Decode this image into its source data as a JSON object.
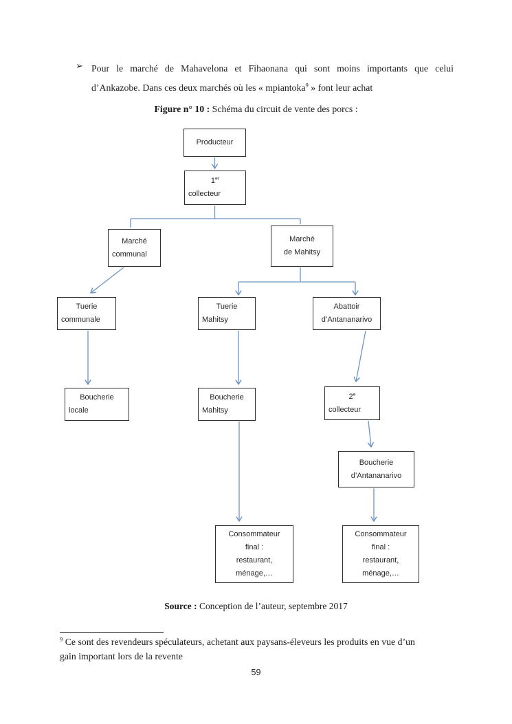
{
  "colors": {
    "connector": "#6e93c4",
    "box_border": "#2d2d2d",
    "text": "#1c1c1c"
  },
  "intro": {
    "bullet": "➢",
    "line1": "Pour le marché de Mahavelona et Fihaonana  qui sont moins importants que celui",
    "line2_before_ref": "d’Ankazobe. Dans ces deux marchés où les « mpiantoka",
    "footnote_ref": "9",
    "line2_after_ref": " » font leur achat"
  },
  "caption": {
    "label": "Figure n° 10 :",
    "title": " Schéma du circuit de vente des porcs :"
  },
  "diagram": {
    "nodes": [
      {
        "id": "producteur",
        "lines": [
          {
            "text": "Producteur"
          }
        ]
      },
      {
        "id": "collecteur-1",
        "lines": [
          {
            "text": "1",
            "sup": "er"
          },
          {
            "text": "collecteur",
            "align": "left"
          }
        ]
      },
      {
        "id": "marche-communal",
        "lines": [
          {
            "text": "Marché"
          },
          {
            "text": "communal",
            "align": "left"
          }
        ]
      },
      {
        "id": "marche-mahitsy",
        "lines": [
          {
            "text": "Marché"
          },
          {
            "text": "de Mahitsy"
          }
        ]
      },
      {
        "id": "tuerie-communale",
        "lines": [
          {
            "text": "Tuerie"
          },
          {
            "text": "communale",
            "align": "left"
          }
        ]
      },
      {
        "id": "tuerie-mahitsy",
        "lines": [
          {
            "text": "Tuerie"
          },
          {
            "text": "Mahitsy",
            "align": "left"
          }
        ]
      },
      {
        "id": "abattoir-antananarivo",
        "lines": [
          {
            "text": "Abattoir"
          },
          {
            "text": "d’Antananarivo"
          }
        ]
      },
      {
        "id": "boucherie-locale",
        "lines": [
          {
            "text": "Boucherie"
          },
          {
            "text": "locale",
            "align": "left"
          }
        ]
      },
      {
        "id": "boucherie-mahitsy",
        "lines": [
          {
            "text": "Boucherie"
          },
          {
            "text": "Mahitsy",
            "align": "left"
          }
        ]
      },
      {
        "id": "collecteur-2",
        "lines": [
          {
            "text": "2",
            "sup": "e"
          },
          {
            "text": "collecteur",
            "align": "left"
          }
        ]
      },
      {
        "id": "boucherie-antananarivo",
        "lines": [
          {
            "text": "Boucherie"
          },
          {
            "text": "d’Antananarivo"
          }
        ]
      },
      {
        "id": "consommateur-final-left",
        "lines": [
          {
            "text": "Consommateur"
          },
          {
            "text": "final :"
          },
          {
            "text": "restaurant,"
          },
          {
            "text": "ménage,…"
          }
        ]
      },
      {
        "id": "consommateur-final-right",
        "lines": [
          {
            "text": "Consommateur"
          },
          {
            "text": "final :"
          },
          {
            "text": "restaurant,"
          },
          {
            "text": "ménage,…"
          }
        ]
      }
    ]
  },
  "source": {
    "label": "Source :",
    "text": " Conception de l’auteur, septembre 2017"
  },
  "footnote": {
    "ref": "9",
    "line1": " Ce sont des revendeurs spéculateurs, achetant aux paysans-éleveurs les produits en vue d’un",
    "line2": "gain important lors de la revente"
  },
  "page_number": "59"
}
